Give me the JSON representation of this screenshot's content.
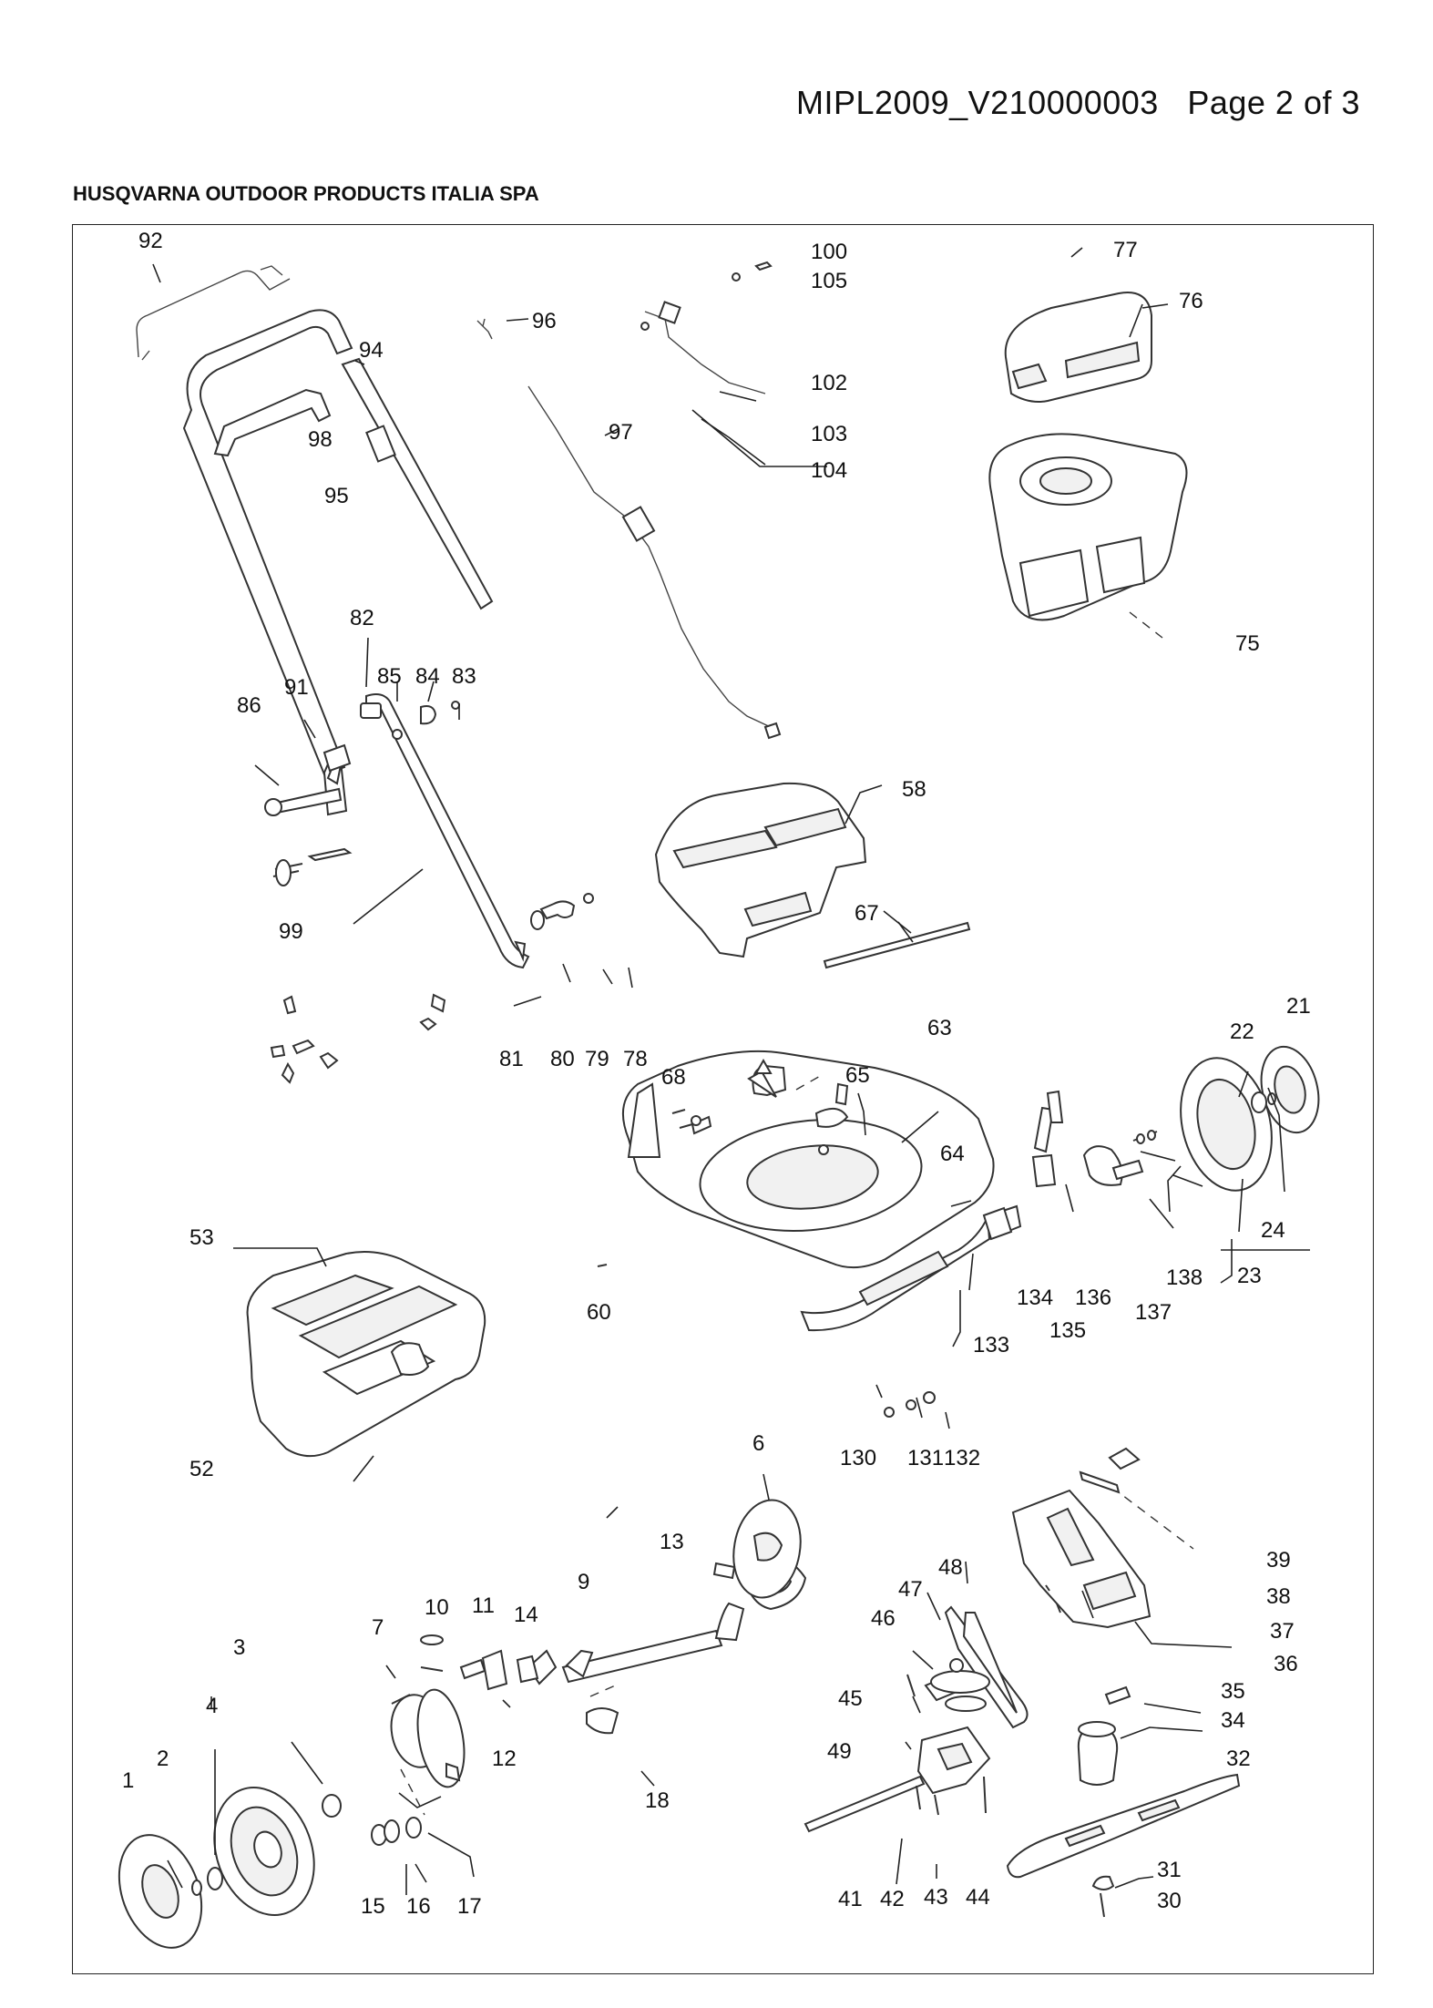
{
  "document": {
    "reference": "MIPL2009_V210000003",
    "page_label": "Page 2 of 3",
    "company": "HUSQVARNA OUTDOOR PRODUCTS ITALIA SPA"
  },
  "labels": [
    "92",
    "100",
    "105",
    "77",
    "76",
    "96",
    "94",
    "102",
    "98",
    "97",
    "103",
    "104",
    "95",
    "75",
    "82",
    "85",
    "84",
    "83",
    "91",
    "86",
    "58",
    "99",
    "67",
    "63",
    "21",
    "81",
    "80",
    "79",
    "78",
    "22",
    "68",
    "65",
    "64",
    "53",
    "24",
    "60",
    "134",
    "136",
    "138",
    "23",
    "135",
    "133",
    "137",
    "52",
    "130",
    "131",
    "132",
    "6",
    "13",
    "39",
    "9",
    "38",
    "48",
    "47",
    "37",
    "10",
    "11",
    "14",
    "46",
    "36",
    "7",
    "3",
    "35",
    "45",
    "34",
    "4",
    "12",
    "18",
    "49",
    "32",
    "2",
    "1",
    "31",
    "30",
    "15",
    "16",
    "17",
    "41",
    "42",
    "43",
    "44"
  ]
}
